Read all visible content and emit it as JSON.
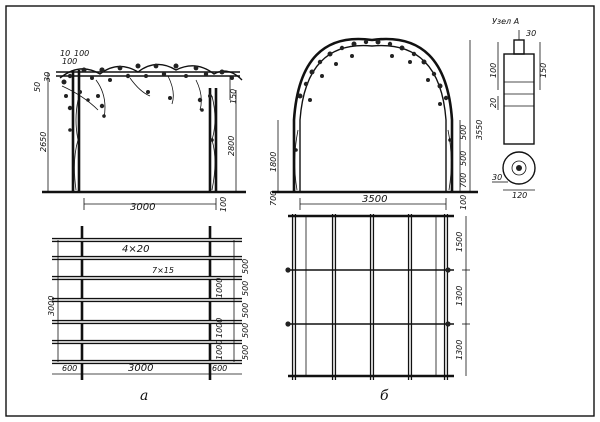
{
  "node_title": "Узел  А",
  "panel_labels": {
    "a": "а",
    "b": "б"
  },
  "left_elevation": {
    "top_dims": [
      "10",
      "100",
      "100",
      "50",
      "30",
      "150"
    ],
    "pillar_height": "2650",
    "post_height": "2800",
    "post_top": "150",
    "span": "3000",
    "ground": "100"
  },
  "left_plan": {
    "top_rail": "4×20",
    "bars": "7×15",
    "side_height": "3000",
    "right_dims": [
      "500",
      "500",
      "500",
      "500",
      "500"
    ],
    "inner_dims": [
      "1000",
      "1000",
      "1000"
    ],
    "bottom_dims": [
      "600",
      "3000",
      "600"
    ]
  },
  "right_elevation": {
    "height_left": "1800",
    "ground_left": "700",
    "height_right_1": "500",
    "height_right_2": "500",
    "height_right_3": "700",
    "height_total": "3550",
    "span": "3500",
    "ground_right": "100"
  },
  "right_plan": {
    "dims": [
      "1500",
      "1300",
      "1300"
    ]
  },
  "node_detail": {
    "dim_top": "30",
    "dim_a": "100",
    "dim_b": "150",
    "dim_c": "20",
    "dim_d": "30",
    "dim_e": "120"
  }
}
